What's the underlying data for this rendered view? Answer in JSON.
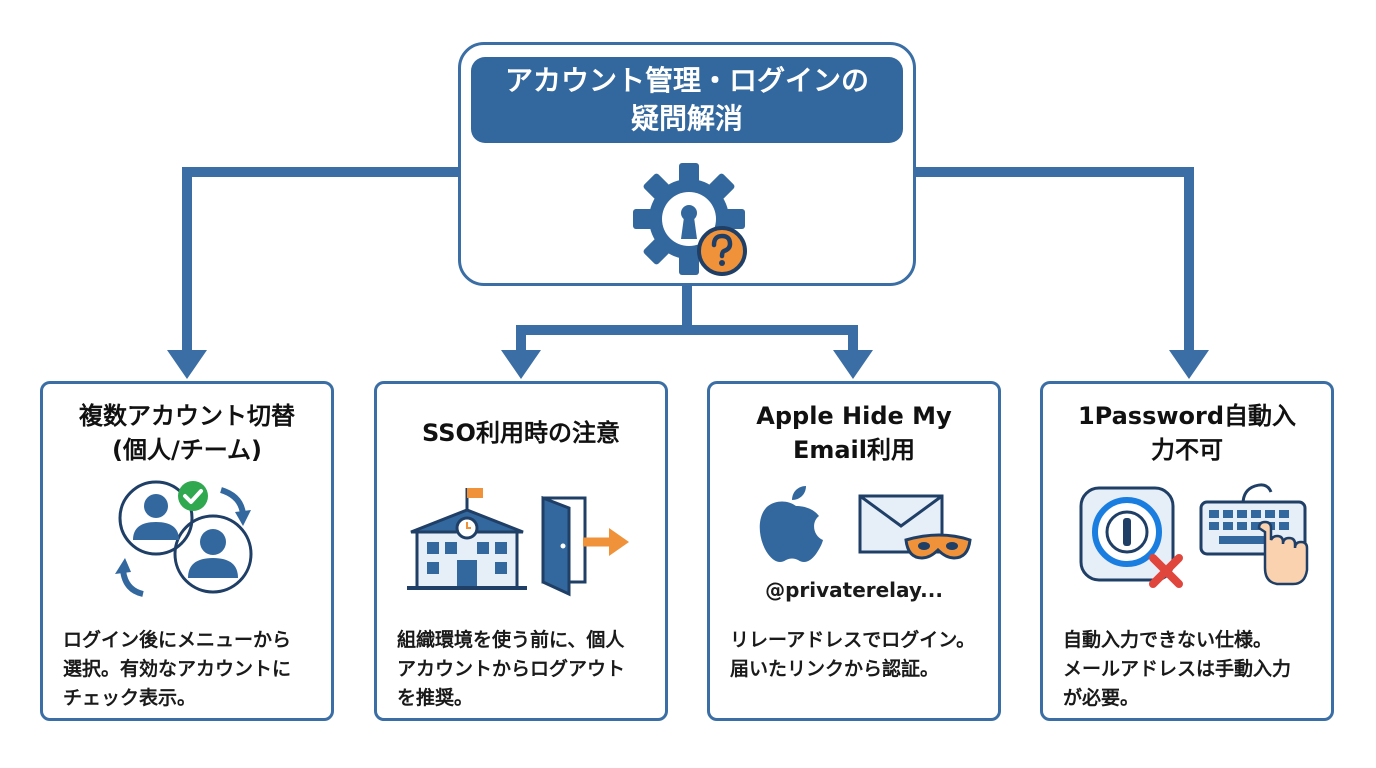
{
  "root": {
    "title": "アカウント管理・ログインの\n疑問解消",
    "icon": "gear-lock-question-icon"
  },
  "cards": [
    {
      "title": "複数アカウント切替\n(個人/チーム)",
      "icon": "account-switch-icon",
      "description": "ログイン後にメニューから\n選択。有効なアカウントに\nチェック表示。"
    },
    {
      "title": "SSO利用時の注意",
      "icon": "building-logout-icon",
      "description": "組織環境を使う前に、個人\nアカウントからログアウト\nを推奨。"
    },
    {
      "title": "Apple Hide My\nEmail利用",
      "icon": "apple-mail-mask-icon",
      "subtext": "@privaterelay...",
      "description": "リレーアドレスでログイン。\n届いたリンクから認証。"
    },
    {
      "title": "1Password自動入\n力不可",
      "icon": "1password-keyboard-icon",
      "description": "自動入力できない仕様。\nメールアドレスは手動入力\nが必要。"
    }
  ],
  "colors": {
    "primary": "#33689f",
    "accent": "#f0923a",
    "check": "#2fa84f",
    "error": "#e0463c"
  }
}
